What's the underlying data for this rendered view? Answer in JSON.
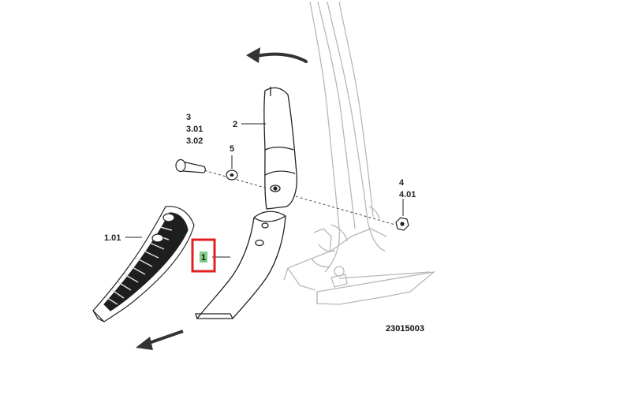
{
  "diagram": {
    "reference_number": "23015003",
    "callouts": {
      "part_1": "1",
      "part_1_01": "1.01",
      "part_2": "2",
      "part_3": "3",
      "part_3_01": "3.01",
      "part_3_02": "3.02",
      "part_4": "4",
      "part_4_01": "4.01",
      "part_5": "5"
    },
    "highlight_color": "#e02020",
    "highlight_fill": "#7fcf8a",
    "line_color": "#222222",
    "frame_color": "#b5b5b5"
  }
}
